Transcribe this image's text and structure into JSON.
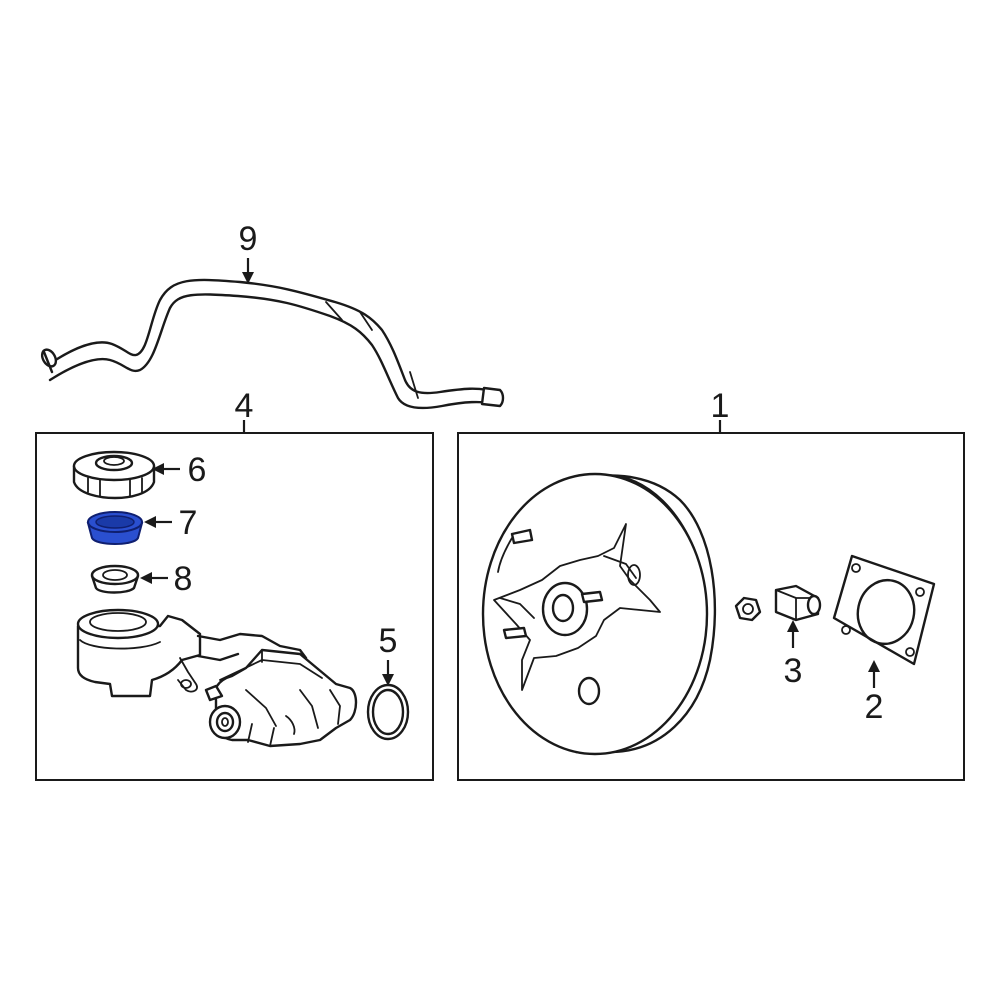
{
  "colors": {
    "line": "#1a1a1a",
    "background": "#ffffff",
    "highlight_fill": "#2a4fd0",
    "highlight_stroke": "#0f1f70"
  },
  "callouts": {
    "c1": "1",
    "c2": "2",
    "c3": "3",
    "c4": "4",
    "c5": "5",
    "c6": "6",
    "c7": "7",
    "c8": "8",
    "c9": "9"
  },
  "highlighted_part": "7"
}
